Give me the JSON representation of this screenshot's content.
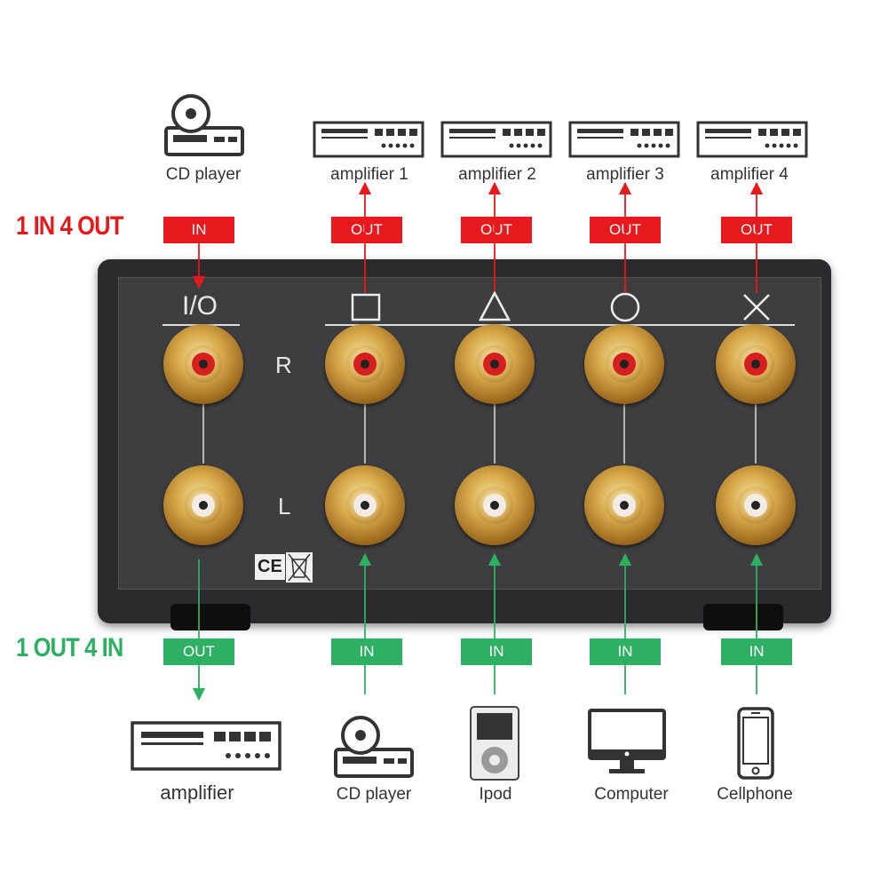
{
  "top_devices": [
    {
      "label": "CD player"
    },
    {
      "label": "amplifier 1"
    },
    {
      "label": "amplifier 2"
    },
    {
      "label": "amplifier 3"
    },
    {
      "label": "amplifier 4"
    }
  ],
  "mode_top": {
    "label": "1 IN 4 OUT",
    "color": "#e8191c"
  },
  "mode_bottom": {
    "label": "1 OUT 4 IN",
    "color": "#2eb062"
  },
  "top_tags": [
    "IN",
    "OUT",
    "OUT",
    "OUT",
    "OUT"
  ],
  "bottom_tags": [
    "OUT",
    "IN",
    "IN",
    "IN",
    "IN"
  ],
  "panel": {
    "io_label": "I/O",
    "r_label": "R",
    "l_label": "L",
    "symbols": [
      "square-symbol",
      "triangle-symbol",
      "circle-symbol",
      "cross-symbol"
    ],
    "ce_mark": "CE"
  },
  "bottom_devices": [
    {
      "label": "amplifier"
    },
    {
      "label": "CD player"
    },
    {
      "label": "Ipod"
    },
    {
      "label": "Computer"
    },
    {
      "label": "Cellphone"
    }
  ],
  "colors": {
    "red": "#e8191c",
    "green": "#2eb062",
    "gold": "#d7a94a"
  }
}
